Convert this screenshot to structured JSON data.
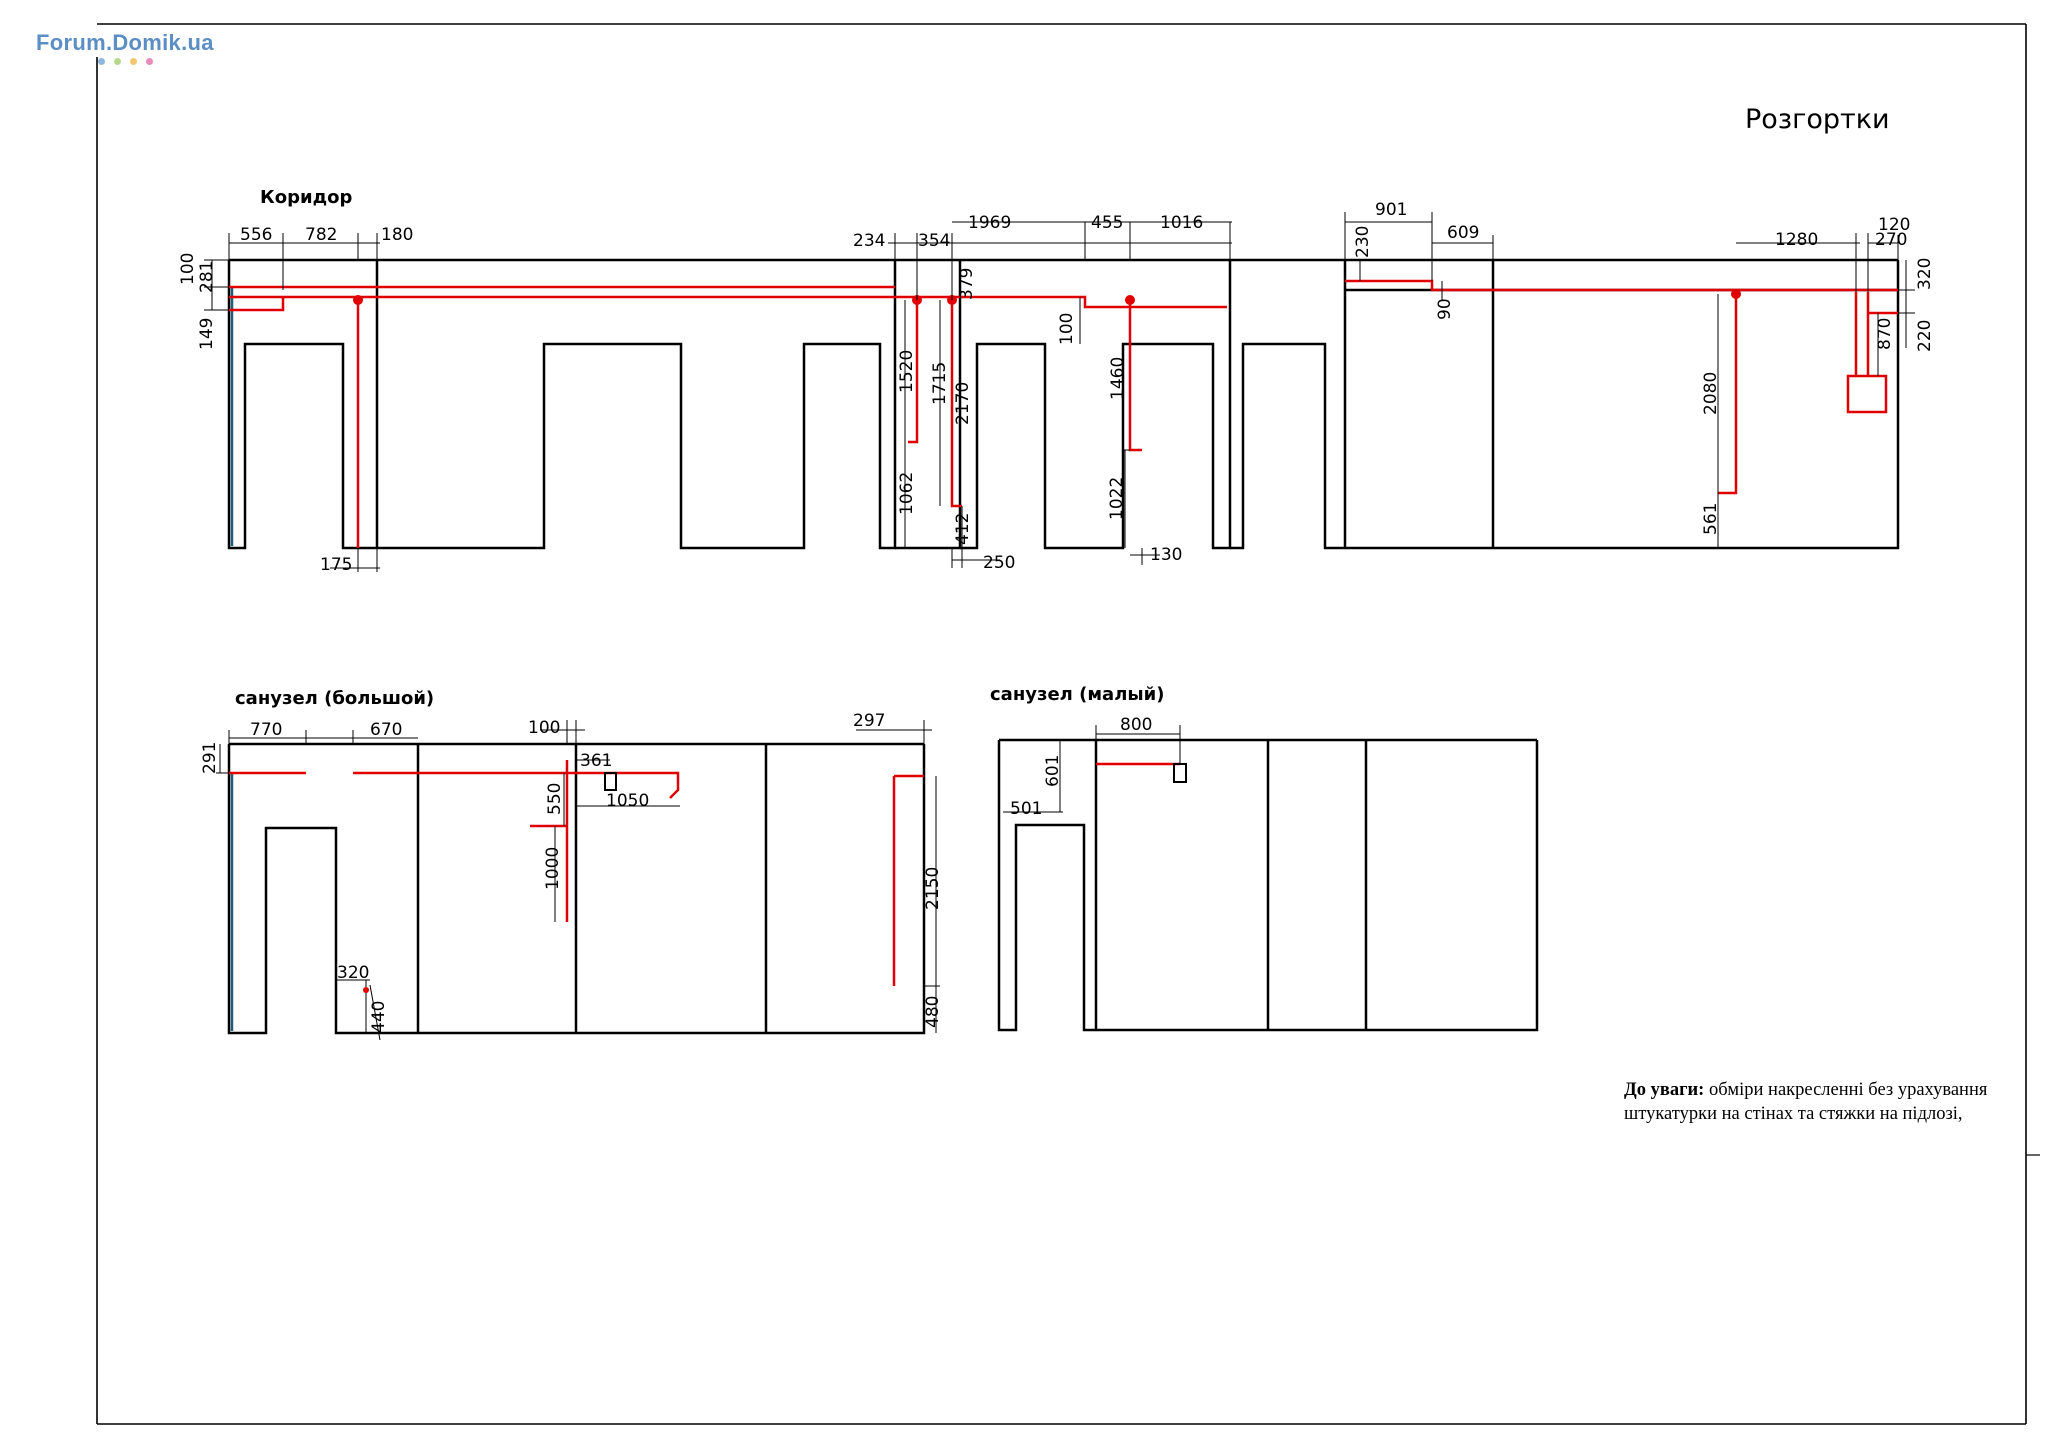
{
  "watermark": {
    "text": "Forum.Domik.ua",
    "dots": [
      "#8fb8e0",
      "#b5d98a",
      "#f2c76e",
      "#e98ab8"
    ]
  },
  "title": "Розгортки",
  "sections": {
    "corridor": "Коридор",
    "bath_big": "санузел (большой)",
    "bath_small": "санузел (малый)"
  },
  "note": {
    "label": "До уваги:",
    "text": " обміри накресленні без урахування штукатурки на стінах та стяжки на підлозі,"
  },
  "dimensions": {
    "corridor": [
      "556",
      "782",
      "180",
      "100",
      "281",
      "149",
      "175",
      "234",
      "354",
      "1969",
      "455",
      "1016",
      "379",
      "1520",
      "1715",
      "2170",
      "100",
      "1460",
      "1062",
      "412",
      "250",
      "1022",
      "130",
      "901",
      "230",
      "609",
      "90",
      "1280",
      "120",
      "270",
      "320",
      "220",
      "870",
      "2080",
      "561"
    ],
    "bath_big": [
      "770",
      "670",
      "291",
      "100",
      "361",
      "550",
      "1050",
      "1000",
      "297",
      "2150",
      "320",
      "440",
      "480"
    ],
    "bath_small": [
      "800",
      "601",
      "501"
    ]
  },
  "colors": {
    "wall": "#000000",
    "wiring": "#e00000",
    "door_edge": "#1f5f7a"
  }
}
